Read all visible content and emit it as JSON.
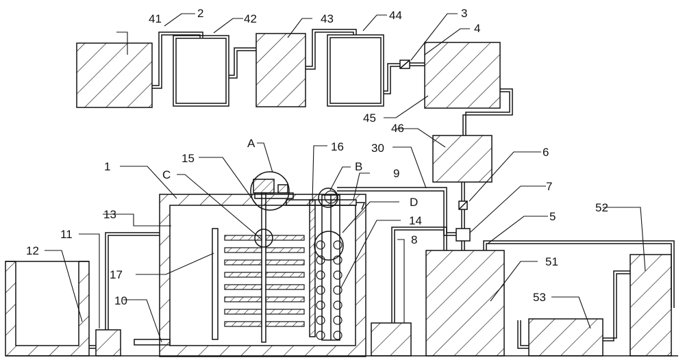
{
  "labels": {
    "l1": "1",
    "l2": "2",
    "l3": "3",
    "l4": "4",
    "l5": "5",
    "l6": "6",
    "l7": "7",
    "l8": "8",
    "l9": "9",
    "l10": "10",
    "l11": "11",
    "l12": "12",
    "l13": "13",
    "l14": "14",
    "l15": "15",
    "l16": "16",
    "l17": "17",
    "l30": "30",
    "l41": "41",
    "l42": "42",
    "l43": "43",
    "l44": "44",
    "l45": "45",
    "l46": "46",
    "l51": "51",
    "l52": "52",
    "l53": "53",
    "lA": "A",
    "lB": "B",
    "lC": "C",
    "lD": "D"
  },
  "colors": {
    "stroke": "#111111",
    "background": "#ffffff"
  }
}
